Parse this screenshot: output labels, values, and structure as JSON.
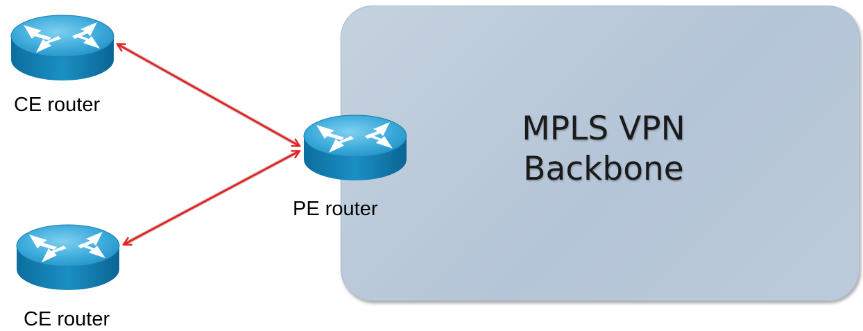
{
  "backbone": {
    "line1": "MPLS VPN",
    "line2": "Backbone",
    "fill_color": "#b9c9da"
  },
  "routers": [
    {
      "id": "ce1",
      "label": "CE router",
      "role": "customer-edge"
    },
    {
      "id": "pe",
      "label": "PE router",
      "role": "provider-edge"
    },
    {
      "id": "ce2",
      "label": "CE router",
      "role": "customer-edge"
    }
  ],
  "links": [
    {
      "from": "ce1",
      "to": "pe",
      "color": "#e52222",
      "arrows": "both"
    },
    {
      "from": "ce2",
      "to": "pe",
      "color": "#e52222",
      "arrows": "both"
    }
  ],
  "router_color": "#2b9fd3"
}
